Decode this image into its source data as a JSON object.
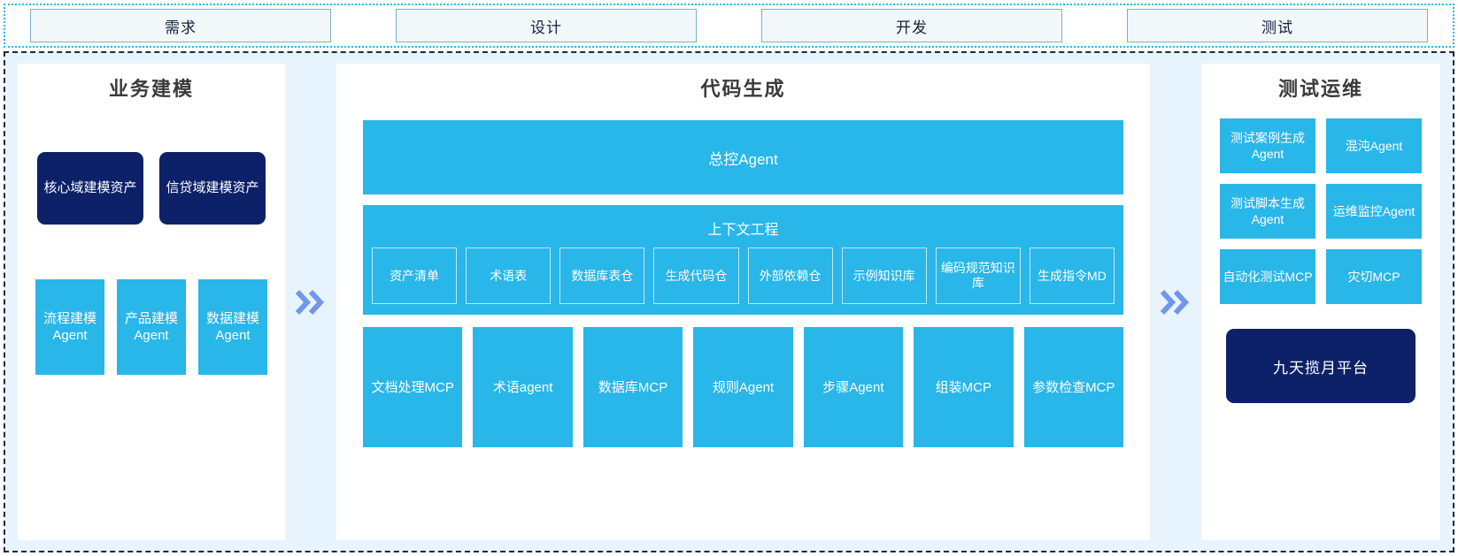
{
  "phases": [
    {
      "label": "需求"
    },
    {
      "label": "设计"
    },
    {
      "label": "开发"
    },
    {
      "label": "测试"
    }
  ],
  "left_panel": {
    "title": "业务建模",
    "assets": [
      {
        "label": "核心域建模资产"
      },
      {
        "label": "信贷域建模资产"
      }
    ],
    "agents": [
      {
        "label": "流程建模Agent"
      },
      {
        "label": "产品建模Agent"
      },
      {
        "label": "数据建模Agent"
      }
    ]
  },
  "center_panel": {
    "title": "代码生成",
    "master_agent": "总控Agent",
    "context": {
      "title": "上下文工程",
      "items": [
        {
          "label": "资产清单"
        },
        {
          "label": "术语表"
        },
        {
          "label": "数据库表仓"
        },
        {
          "label": "生成代码仓"
        },
        {
          "label": "外部依赖仓"
        },
        {
          "label": "示例知识库"
        },
        {
          "label": "编码规范知识库"
        },
        {
          "label": "生成指令MD"
        }
      ]
    },
    "tools": [
      {
        "label": "文档处理MCP"
      },
      {
        "label": "术语agent"
      },
      {
        "label": "数据库MCP"
      },
      {
        "label": "规则Agent"
      },
      {
        "label": "步骤Agent"
      },
      {
        "label": "组装MCP"
      },
      {
        "label": "参数检查MCP"
      }
    ]
  },
  "right_panel": {
    "title": "测试运维",
    "cards": [
      {
        "label": "测试案例生成Agent"
      },
      {
        "label": "混沌Agent"
      },
      {
        "label": "测试脚本生成Agent"
      },
      {
        "label": "运维监控Agent"
      },
      {
        "label": "自动化测试MCP"
      },
      {
        "label": "灾切MCP"
      }
    ],
    "platform": "九天揽月平台"
  },
  "separators": {
    "left_chevron": "»",
    "right_chevron": "»"
  },
  "colors": {
    "cyan": "#29b6e8",
    "navy": "#0d2168",
    "chevron": "#7297e8",
    "panel_bg": "#e8f4fd",
    "phase_fill": "#f2f7fa",
    "phase_border": "#7fb0c4",
    "title_text": "#3a3a3a"
  }
}
